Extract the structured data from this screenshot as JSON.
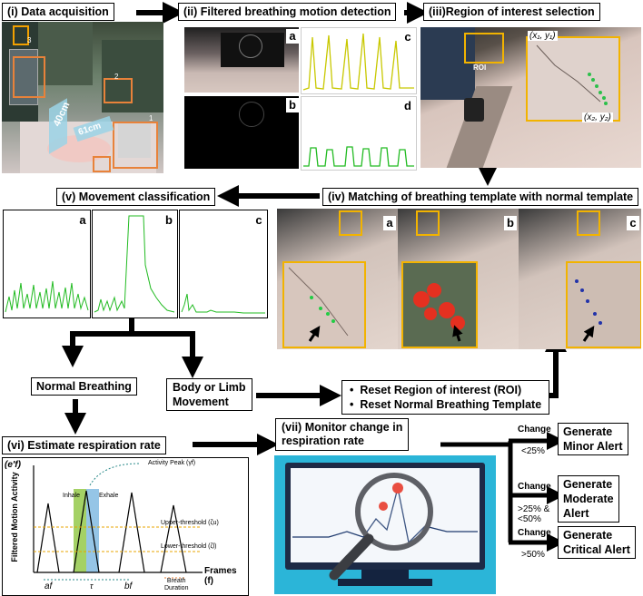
{
  "stages": {
    "s1": "(i) Data acquisition",
    "s2": "(ii) Filtered breathing motion detection",
    "s3": "(iii)Region of interest selection",
    "s4": "(iv) Matching of breathing template with normal template",
    "s5": "(v) Movement classification",
    "s6": "(vi) Estimate respiration rate",
    "s7_line1": "(vii) Monitor change in",
    "s7_line2": "respiration rate"
  },
  "acquisition": {
    "dist1": "40cm",
    "dist2": "61cm",
    "cam_labels": [
      "3",
      "2",
      "1"
    ]
  },
  "panel_tags": {
    "a": "a",
    "b": "b",
    "c": "c",
    "d": "d"
  },
  "roi": {
    "tl": "(x₁, y₁)",
    "br": "(x₂, y₂)",
    "roi": "ROI"
  },
  "classes": {
    "normal": "Normal Breathing",
    "body_line1": "Body or Limb",
    "body_line2": "Movement"
  },
  "reset": {
    "item1": "Reset Region of interest (ROI)",
    "item2": "Reset Normal Breathing Template",
    "bullet": "•"
  },
  "rr_graph": {
    "ylabel": "Filtered Motion Activity",
    "yvar": "(e′f)",
    "xlabel": "Frames (f)",
    "activity_peak": "Activity Peak (γf)",
    "inhale": "Inhale",
    "exhale": "Exhale",
    "upper": "Upper-threshold (ζu)",
    "lower": "Lower-threshold (ζl)",
    "af": "af",
    "bf": "bf",
    "tau": "τ",
    "breath1": "Breath",
    "breath2": "Duration"
  },
  "alerts": {
    "change": "Change",
    "c1": "<25%",
    "c2a": ">25% &",
    "c2b": "<50%",
    "c3": ">50%",
    "a1_line1": "Generate",
    "a1_line2": "Minor Alert",
    "a2_line1": "Generate",
    "a2_line2": "Moderate",
    "a2_line3": "Alert",
    "a3_line1": "Generate",
    "a3_line2": "Critical Alert"
  },
  "colors": {
    "green_signal": "#22bb22",
    "yellow_signal": "#c8c800",
    "roi_box": "#f2b300",
    "red_dots": "#e53020",
    "blue_dots": "#2233aa",
    "monitor_bg": "#2bb5d8"
  },
  "icons": [
    "arrow-icon",
    "magnifier-icon"
  ]
}
